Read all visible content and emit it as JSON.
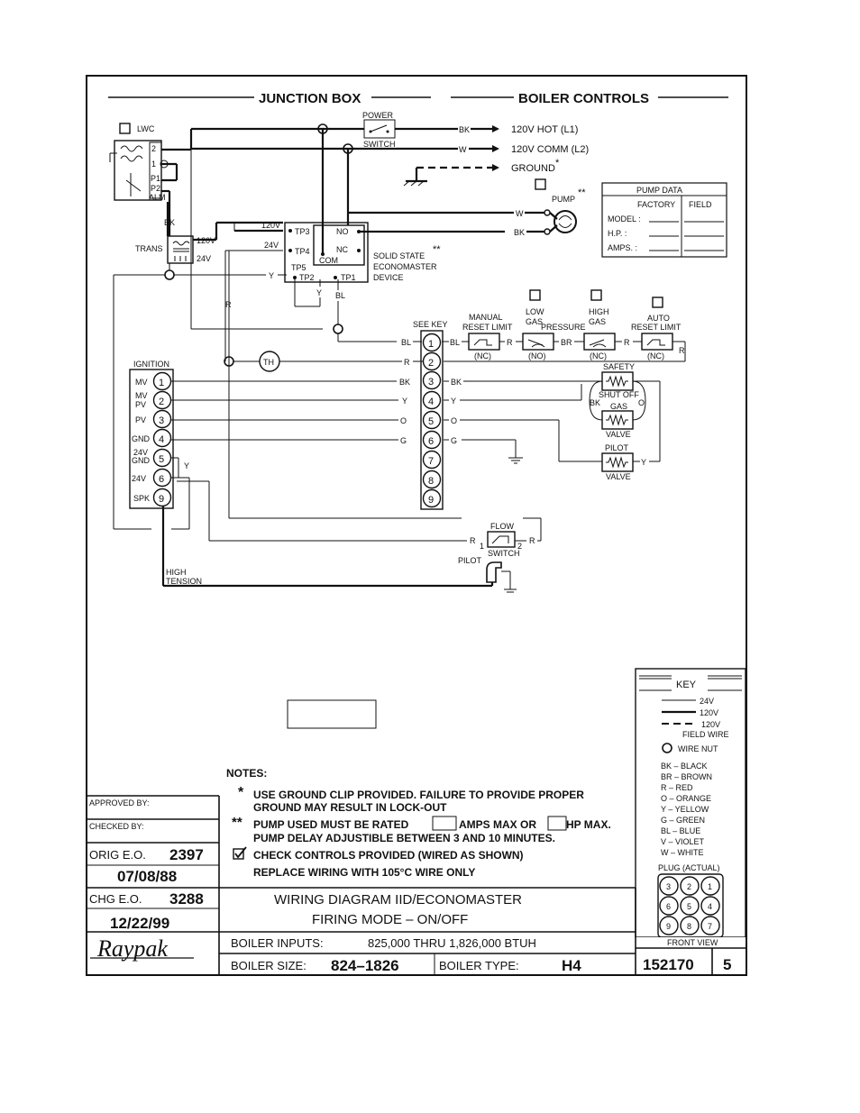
{
  "header": {
    "junction_box": "JUNCTION BOX",
    "boiler_controls": "BOILER CONTROLS"
  },
  "power": {
    "power_label": "POWER",
    "switch_label": "SWITCH",
    "hot_wire": "BK",
    "hot": "120V HOT  (L1)",
    "comm_wire": "W",
    "comm": "120V COMM  (L2)",
    "ground": "GROUND",
    "ground_mark": "*"
  },
  "lwc": {
    "label": "LWC",
    "terminals": [
      "2",
      "1",
      "P1",
      "P2",
      "ALM"
    ]
  },
  "transformer": {
    "label": "TRANS",
    "v120": "120V",
    "v24": "24V",
    "wire": "BK"
  },
  "econo": {
    "tp3": "TP3",
    "tp4": "TP4",
    "tp5": "TP5",
    "tp2": "TP2",
    "tp1": "TP1",
    "no": "NO",
    "nc": "NC",
    "com": "COM",
    "v120": "120V",
    "v24": "24V",
    "wire_y": "Y",
    "wire_y2": "Y",
    "wire_bl": "BL",
    "desc1": "SOLID STATE",
    "desc2": "ECONOMASTER",
    "desc3": "DEVICE",
    "mark": "**"
  },
  "pump": {
    "label": "PUMP",
    "mark": "**",
    "wire_w": "W",
    "wire_bk": "BK"
  },
  "pump_data": {
    "title": "PUMP DATA",
    "col_factory": "FACTORY",
    "col_field": "FIELD",
    "rows": [
      "MODEL :",
      "H.P. :",
      "AMPS. :"
    ]
  },
  "controls": {
    "see_key": "SEE KEY",
    "manual": [
      "MANUAL",
      "RESET LIMIT"
    ],
    "low_gas": [
      "LOW",
      "GAS"
    ],
    "pressure": "PRESSURE",
    "high_gas": [
      "HIGH",
      "GAS"
    ],
    "auto": [
      "AUTO",
      "RESET LIMIT"
    ],
    "nc": "(NC)",
    "no": "(NO)",
    "w_bl": "BL",
    "w_r": "R",
    "w_br": "BR"
  },
  "ignition": {
    "label": "IGNITION",
    "rows": [
      {
        "name": "MV",
        "num": "1"
      },
      {
        "name": "MV\nPV",
        "num": "2"
      },
      {
        "name": "PV",
        "num": "3"
      },
      {
        "name": "GND",
        "num": "4"
      },
      {
        "name": "24V\nGND",
        "num": "5"
      },
      {
        "name": "24V",
        "num": "6"
      },
      {
        "name": "SPK",
        "num": "9"
      }
    ]
  },
  "terminal_strip": [
    "1",
    "2",
    "3",
    "4",
    "5",
    "6",
    "7",
    "8",
    "9"
  ],
  "wires": {
    "r": "R",
    "bl": "BL",
    "bk": "BK",
    "y": "Y",
    "o": "O",
    "g": "G",
    "th": "TH"
  },
  "gas_valve": {
    "safety": "SAFETY",
    "shut_off": "SHUT OFF",
    "gas": "GAS",
    "valve": "VALVE",
    "pilot": "PILOT",
    "bk": "BK",
    "o": "O",
    "y": "Y"
  },
  "flow": {
    "flow": "FLOW",
    "switch": "SWITCH",
    "t1": "1",
    "t2": "2",
    "r": "R",
    "pilot": "PILOT",
    "high": "HIGH",
    "tension": "TENSION"
  },
  "key": {
    "title": "KEY",
    "v24": "24V",
    "v120": "120V",
    "v120b": "120V",
    "field_wire": "FIELD WIRE",
    "wire_nut": "WIRE NUT",
    "colors": [
      "BK  –  BLACK",
      "BR  –  BROWN",
      "R    –  RED",
      "O    –  ORANGE",
      "Y    –  YELLOW",
      "G    –  GREEN",
      "BL  –  BLUE",
      "V    –  VIOLET",
      "W   –  WHITE"
    ],
    "plug": "PLUG (ACTUAL)",
    "plug_pins": [
      "3",
      "2",
      "1",
      "6",
      "5",
      "4",
      "9",
      "8",
      "7"
    ],
    "front_view": "FRONT VIEW"
  },
  "notes": {
    "title": "NOTES:",
    "star": "*",
    "n1a": "USE GROUND CLIP PROVIDED. FAILURE TO PROVIDE PROPER",
    "n1b": "GROUND MAY RESULT IN LOCK-OUT",
    "dstar": "**",
    "n2a": "PUMP USED MUST BE RATED",
    "n2b": "AMPS MAX OR",
    "n2c": "HP MAX.",
    "n2d": "PUMP DELAY ADJUSTIBLE BETWEEN 3 AND 10 MINUTES.",
    "n3": "CHECK CONTROLS PROVIDED (WIRED AS SHOWN)",
    "n4": "REPLACE WIRING WITH 105°C WIRE ONLY"
  },
  "title_block": {
    "approved": "APPROVED BY:",
    "checked": "CHECKED BY:",
    "orig_label": "ORIG E.O.",
    "orig_num": "2397",
    "orig_date": "07/08/88",
    "chg_label": "CHG E.O.",
    "chg_num": "3288",
    "chg_date": "12/22/99",
    "logo": "Raypak",
    "title1": "WIRING DIAGRAM IID/ECONOMASTER",
    "title2": "FIRING MODE – ON/OFF",
    "inputs_label": "BOILER INPUTS:",
    "inputs_value": "825,000  THRU 1,826,000  BTUH",
    "size_label": "BOILER SIZE:",
    "size_value": "824–1826",
    "type_label": "BOILER TYPE:",
    "type_value": "H4",
    "drawing_no": "152170",
    "rev": "5"
  }
}
